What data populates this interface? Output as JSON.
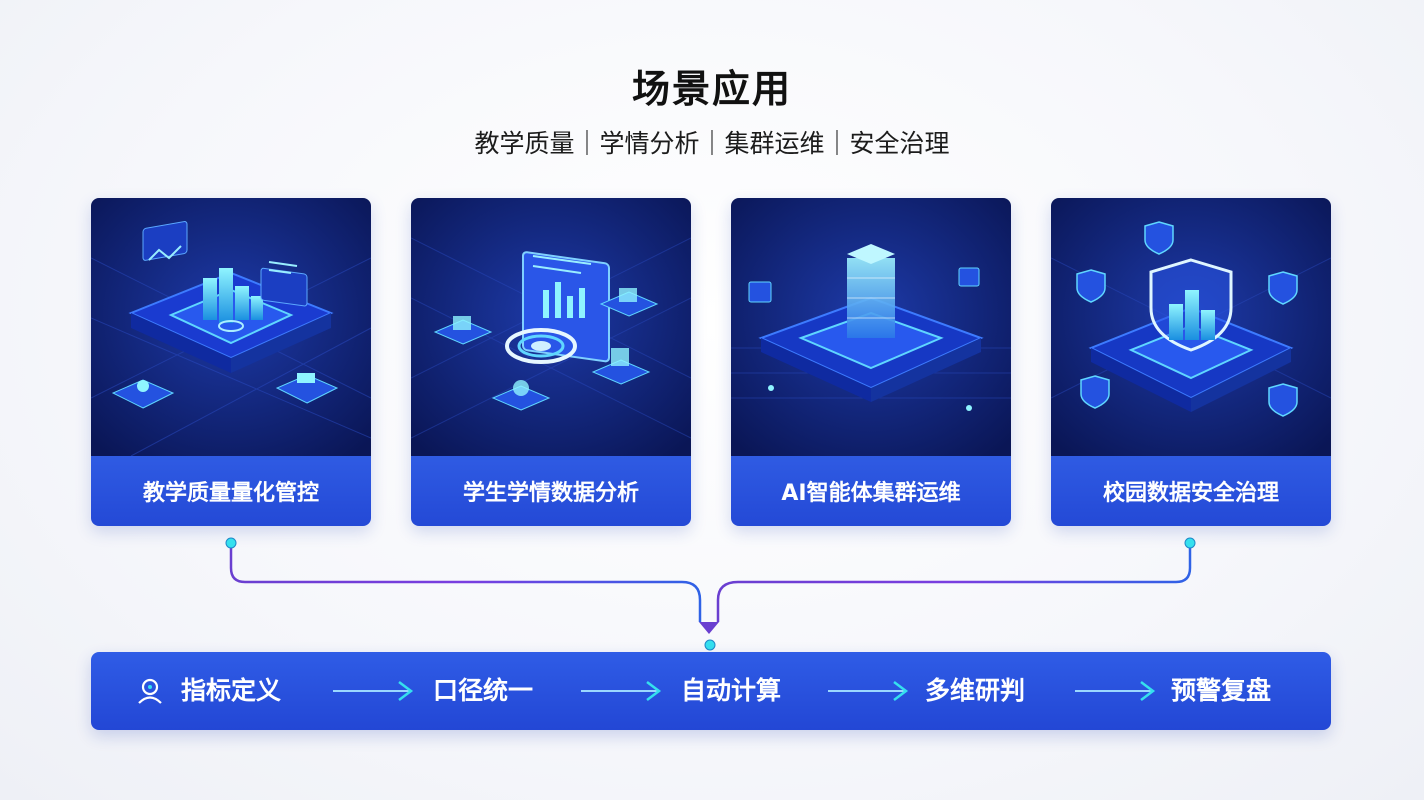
{
  "header": {
    "title": "场景应用",
    "subtitle": "教学质量｜学情分析｜集群运维｜安全治理"
  },
  "cards": [
    {
      "label": "教学质量量化管控",
      "icon": "data-platform-icon"
    },
    {
      "label": "学生学情数据分析",
      "icon": "analytics-dashboard-icon"
    },
    {
      "label": "AI智能体集群运维",
      "icon": "server-cluster-icon"
    },
    {
      "label": "校园数据安全治理",
      "icon": "security-shield-icon"
    }
  ],
  "flow": {
    "icon": "user-icon",
    "steps": [
      "指标定义",
      "口径统一",
      "自动计算",
      "多维研判",
      "预警复盘"
    ]
  },
  "colors": {
    "card_bg": "#0d1f6e",
    "label_blue": "#2b52de",
    "accent_cyan": "#35e0ee",
    "connector_purple": "#6a3fd0"
  }
}
